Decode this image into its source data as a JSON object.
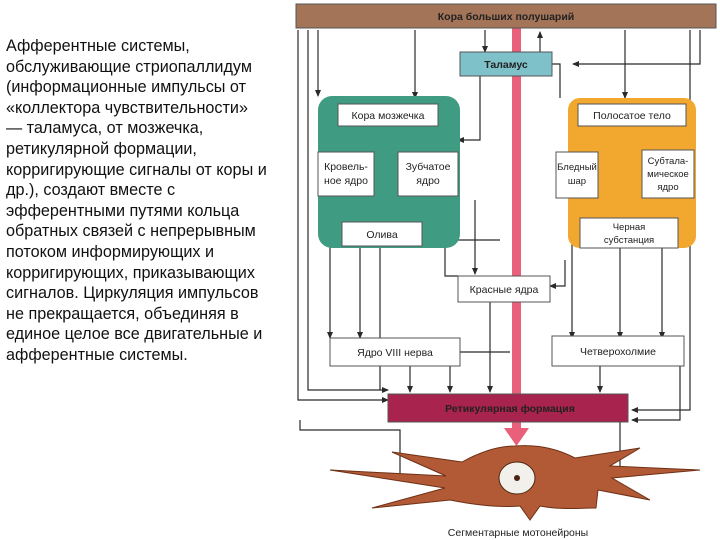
{
  "description": "Афферентные системы, обслуживающие стриопаллидум (информационные импульсы от «коллектора чувствительности» — таламу­са, от мозжечка, ретикулярной формации, корригирующие сигналы от коры и др.), создают вместе с эфферентными путями кольца обратных связей с непрерывным потоком информирующих и корригирующих, приказывающих сигналов. Циркуляция импульсов не прекращается, объединяя в единое целое все двигательные и афферентные системы.",
  "diagram": {
    "cortex": "Кора больших полушарий",
    "thalamus": "Таламус",
    "cerebellar_cortex": "Кора мозжечка",
    "roof_nucleus": [
      "Кровель-",
      "ное ядро"
    ],
    "dentate_nucleus": [
      "Зубчатое",
      "ядро"
    ],
    "olive": "Олива",
    "striatum": "Полосатое тело",
    "globus_pallidus": [
      "Бледный",
      "шар"
    ],
    "subthalamic_nucleus": [
      "Субтала-",
      "мическое",
      "ядро"
    ],
    "substantia_nigra": [
      "Черная",
      "субстанция"
    ],
    "red_nuclei": "Красные ядра",
    "nucleus_viii": "Ядро VIII нерва",
    "quadrigemina": "Четверохолмие",
    "reticular_formation": "Ретикулярная формация",
    "motoneurons": "Сегментарные мотонейроны"
  },
  "colors": {
    "cortex_band": "#a47458",
    "thalamus_fill": "#7fc1c9",
    "cerebellum_group": "#3f9c83",
    "basal_group": "#f2a72e",
    "reticular_fill": "#a8234e",
    "central_axis": "#e8607a",
    "neuron": "#b25a35"
  }
}
